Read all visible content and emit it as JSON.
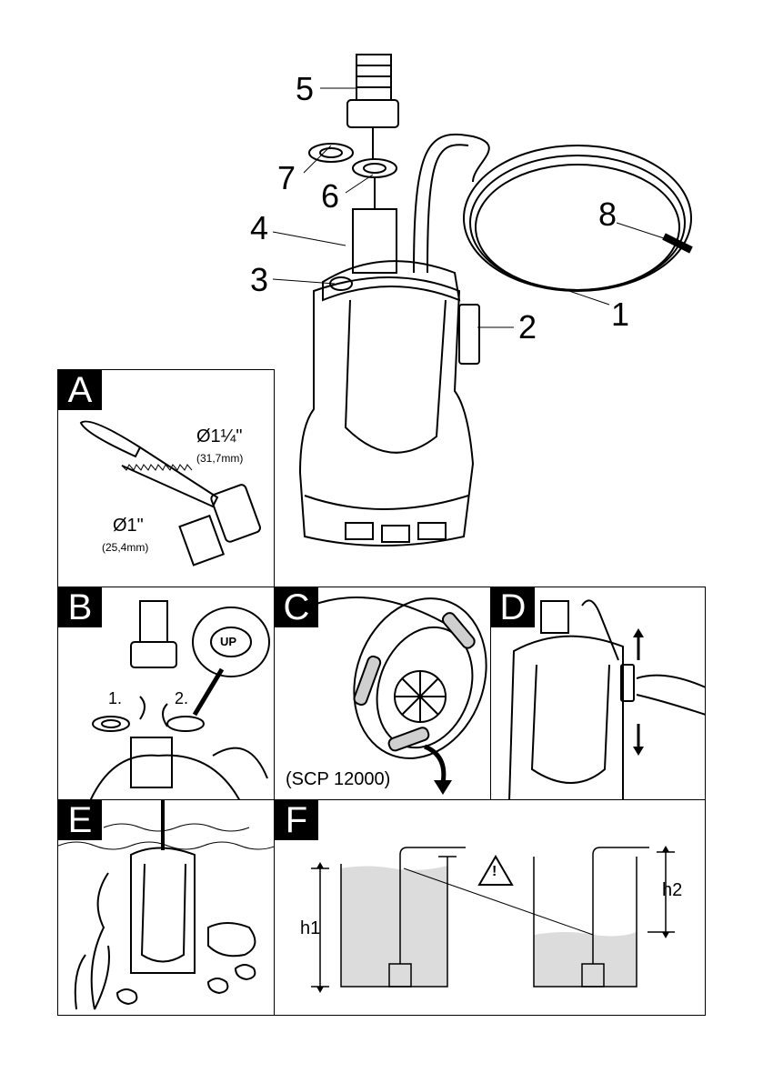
{
  "callouts": [
    "5",
    "7",
    "6",
    "4",
    "3",
    "8",
    "2",
    "1"
  ],
  "panel_a": {
    "letter": "A",
    "dia_large": "Ø1¼\"",
    "dia_large_mm": "(31,7mm)",
    "dia_small": "Ø1\"",
    "dia_small_mm": "(25,4mm)"
  },
  "panel_b": {
    "letter": "B",
    "step1": "1.",
    "step2": "2.",
    "up_label": "UP"
  },
  "panel_c": {
    "letter": "C",
    "model_note": "(SCP 12000)"
  },
  "panel_d": {
    "letter": "D"
  },
  "panel_e": {
    "letter": "E"
  },
  "panel_f": {
    "letter": "F",
    "h1": "h1",
    "h2": "h2",
    "warning": "!"
  }
}
